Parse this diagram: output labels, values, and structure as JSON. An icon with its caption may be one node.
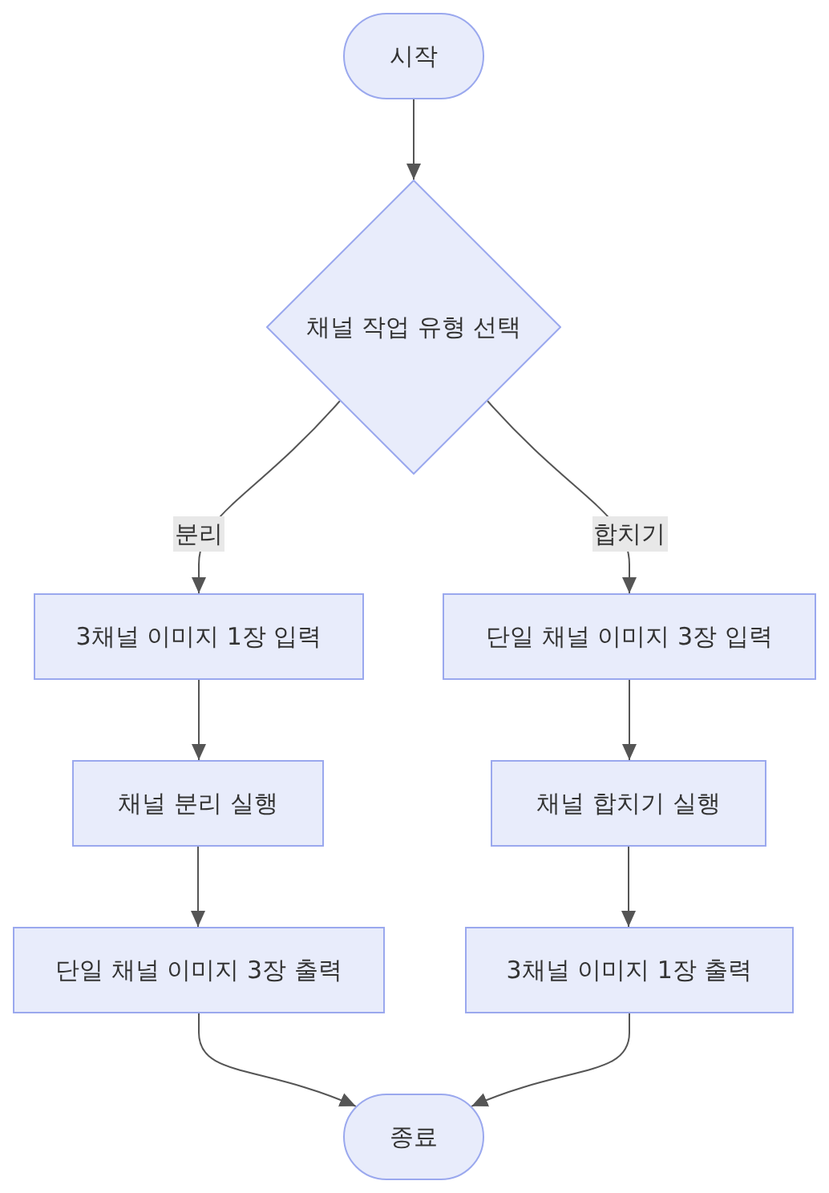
{
  "diagram": {
    "nodes": [
      {
        "text": [
          "시작"
        ]
      },
      {
        "text": [
          "채널 작업 유형 선택"
        ]
      },
      {
        "text": [
          "3채널 이미지 1장 입력"
        ]
      },
      {
        "text": [
          "단일 채널 이미지 3장 입력"
        ]
      },
      {
        "text": [
          "채널 분리 실행"
        ]
      },
      {
        "text": [
          "채널 합치기 실행"
        ]
      },
      {
        "text": [
          "단일 채널 이미지 3장 출력"
        ]
      },
      {
        "text": [
          "3채널 이미지 1장 출력"
        ]
      },
      {
        "text": [
          "종료"
        ]
      }
    ],
    "edges": [
      {
        "from": 0,
        "to": 1,
        "arrow": "to"
      },
      {
        "from": 1,
        "to": 2,
        "arrow": "to",
        "label": "분리"
      },
      {
        "from": 1,
        "to": 3,
        "arrow": "to",
        "label": "합치기"
      },
      {
        "from": 2,
        "to": 4,
        "arrow": "to"
      },
      {
        "from": 3,
        "to": 5,
        "arrow": "to"
      },
      {
        "from": 4,
        "to": 6,
        "arrow": "to"
      },
      {
        "from": 5,
        "to": 7,
        "arrow": "to"
      },
      {
        "from": 6,
        "to": 8,
        "arrow": "to"
      },
      {
        "from": 7,
        "to": 8,
        "arrow": "to"
      }
    ]
  }
}
